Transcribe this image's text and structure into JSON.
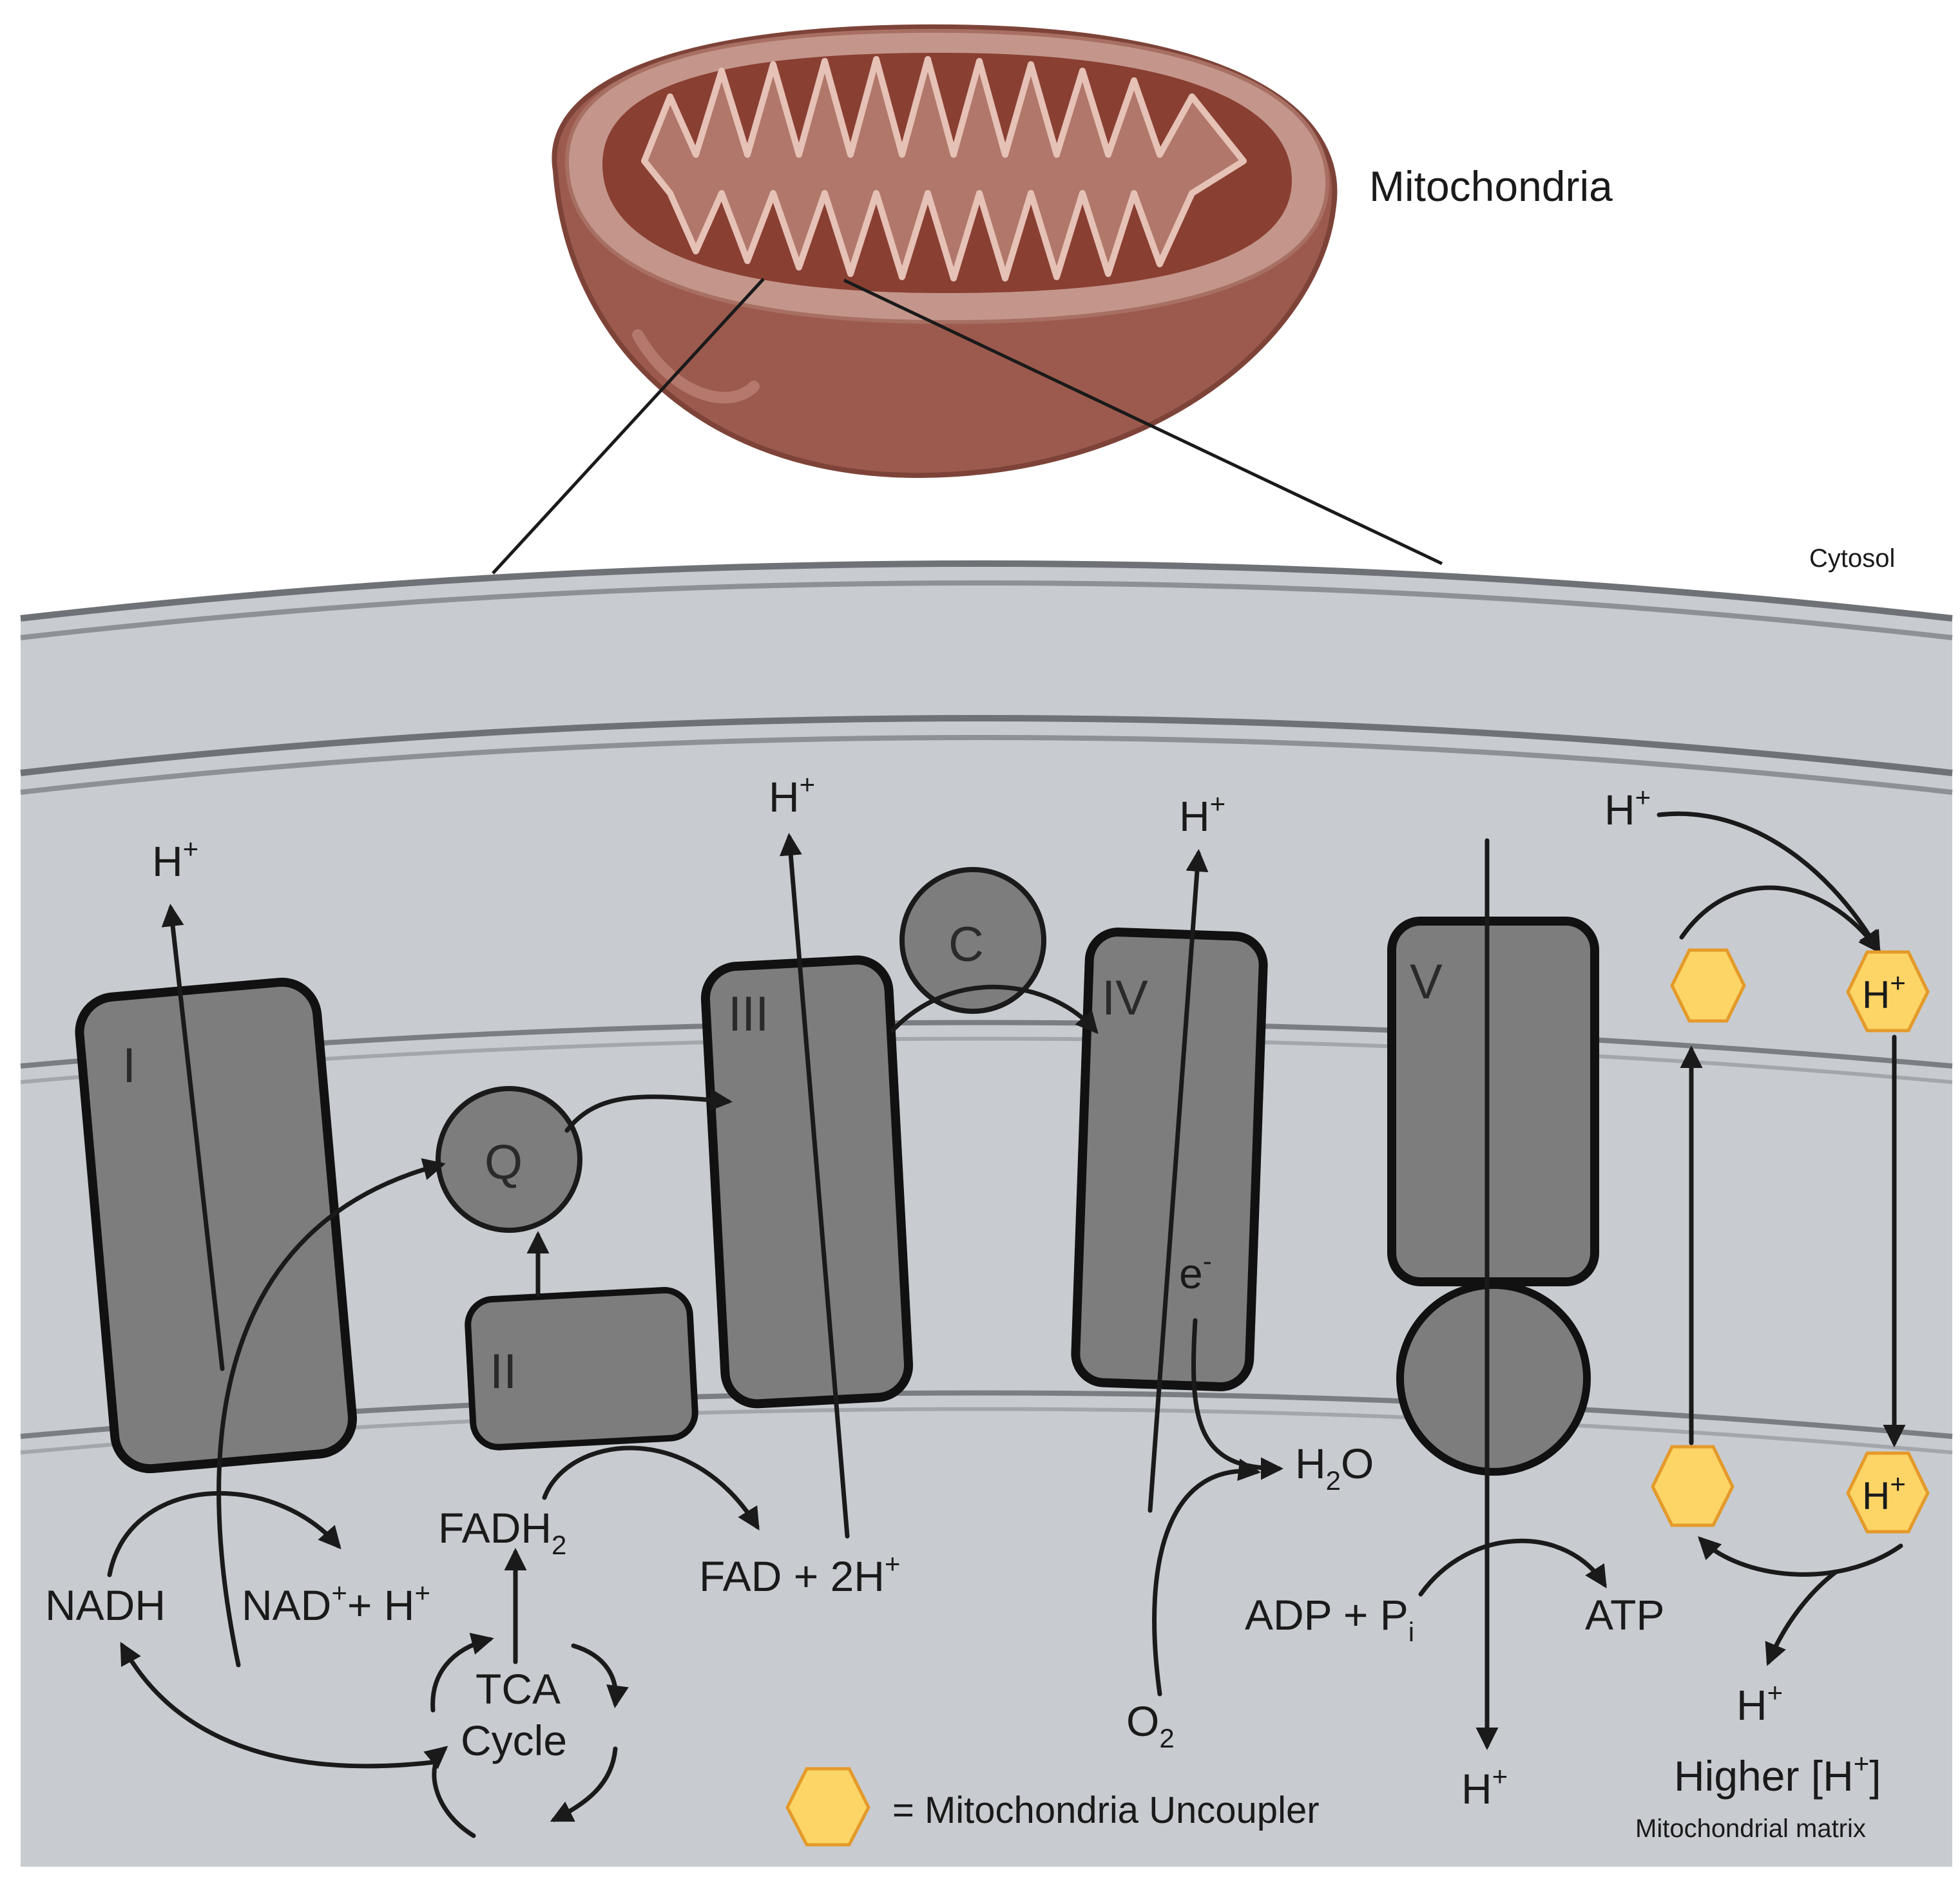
{
  "title": "Mitochondria",
  "regions": {
    "cytosol": "Cytosol",
    "matrix": "Mitochondrial matrix"
  },
  "complexes": {
    "c1": "I",
    "c2": "II",
    "c3": "III",
    "c4": "IV",
    "c5": "V",
    "q": "Q",
    "c": "C"
  },
  "species": {
    "h_plus": "H",
    "plus": "+",
    "nadh": "NADH",
    "nad_plus_h": "NAD",
    "nad_plus_h_tail": "+ H",
    "fadh2": "FADH",
    "fadh2_sub": "2",
    "fad_2h": "FAD + 2H",
    "tca": "TCA",
    "cycle": "Cycle",
    "electron": "e",
    "electron_sup": "-",
    "water": "H",
    "water_sub": "2",
    "water_tail": "O",
    "oxygen": "O",
    "oxygen_sub": "2",
    "adp_pi": "ADP + P",
    "pi_sub": "i",
    "atp": "ATP"
  },
  "gradient": {
    "higher_prefix": "Higher [H",
    "higher_suffix": "]"
  },
  "legend": {
    "uncoupler": "= Mitochondria Uncoupler"
  },
  "colors": {
    "mito_outer": "#a05a4e",
    "mito_inner": "#b78275",
    "mito_dark": "#7a3b30",
    "membrane_bg": "#c8ccd0",
    "membrane_line": "#777a7e",
    "complex_fill": "#7d7d7d",
    "complex_stroke": "#111111",
    "uncoupler_fill": "#fcd566",
    "uncoupler_stroke": "#e49a2a"
  }
}
